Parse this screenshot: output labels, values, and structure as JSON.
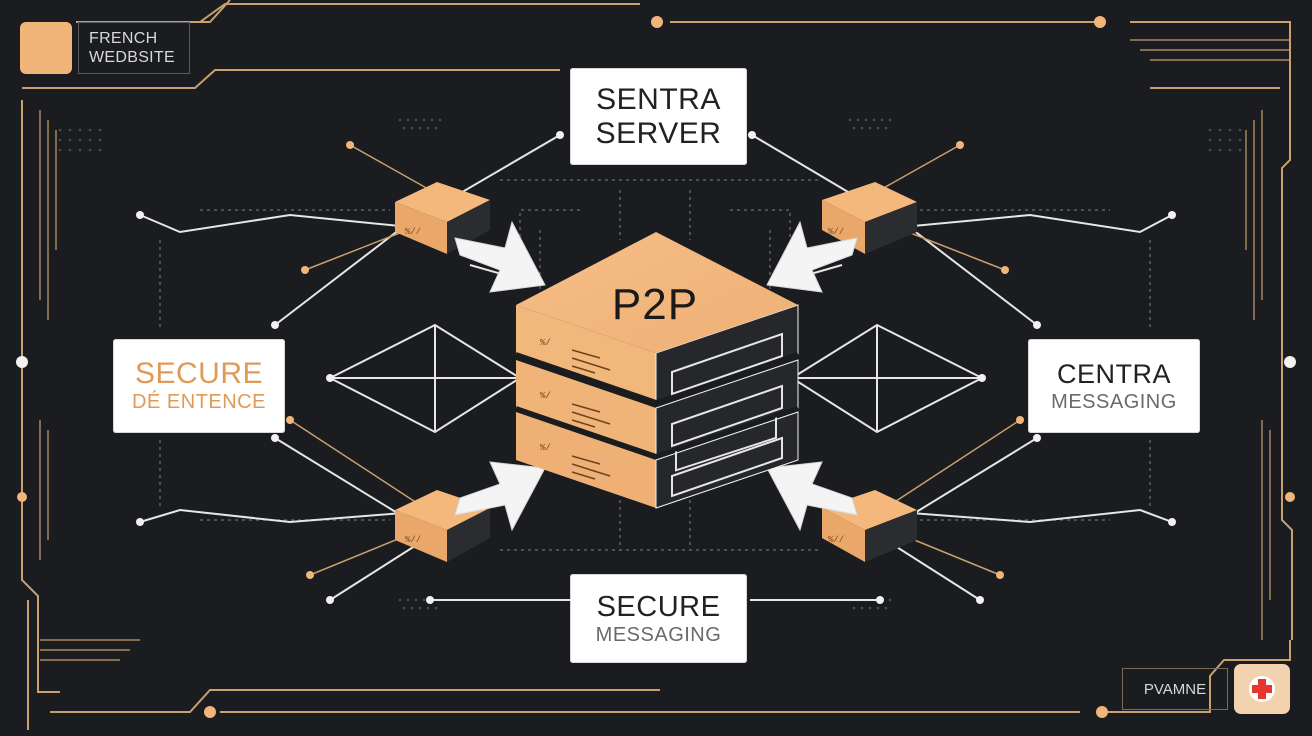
{
  "brand": {
    "line1": "FRENCH",
    "line2": "WEDBSITE"
  },
  "nodes": {
    "top": {
      "line1": "SENTRA",
      "line2": "SERVER"
    },
    "left": {
      "line1": "SECURE",
      "line2": "DÉ ENTENCE"
    },
    "right": {
      "line1": "CENTRA",
      "line2": "MESSAGING"
    },
    "bottom": {
      "line1": "SECURE",
      "line2": "MESSAGING"
    }
  },
  "center": {
    "label": "P2P"
  },
  "footer": {
    "name_label": "PVAMNE"
  },
  "colors": {
    "background": "#1a1c1f",
    "accent": "#f1b57a",
    "accent_dark": "#d99a5c",
    "circuit": "#c9a06e",
    "connector": "#e6e6e6",
    "flag_red": "#e8352e"
  },
  "icons": [
    "logo-square",
    "server-stack-icon",
    "switch-module-icon",
    "flag-icon",
    "arrow-icon"
  ]
}
